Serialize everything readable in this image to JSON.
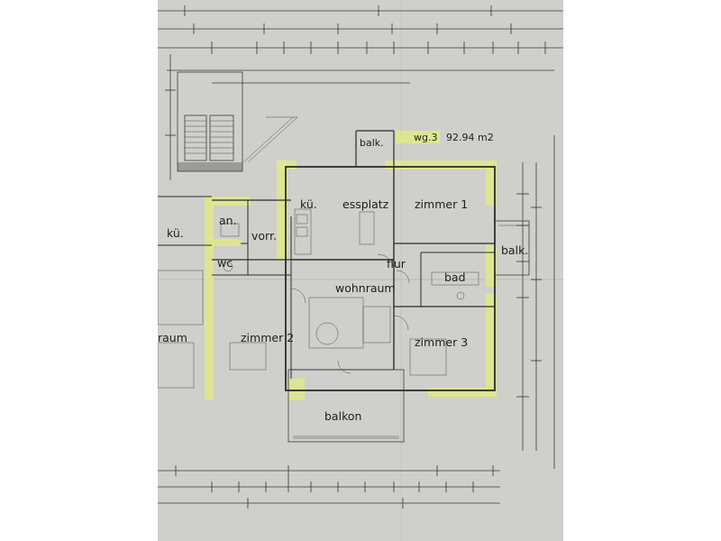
{
  "apartment": {
    "label": "wg.3",
    "area": "92.94 m2"
  },
  "rooms": {
    "balk_top": "balk.",
    "kue_right": "kü.",
    "essplatz": "essplatz",
    "zimmer1": "zimmer 1",
    "balk_right": "balk.",
    "flur": "flur",
    "bad": "bad",
    "wohnraum": "wohnraum",
    "zimmer3": "zimmer 3",
    "zimmer2": "zimmer 2",
    "wc": "wc",
    "an": "an.",
    "vorr": "vorr.",
    "kue_left": "kü.",
    "raum": "raum",
    "balkon": "balkon"
  },
  "colors": {
    "paper": "#cfd0cb",
    "highlight": "#dfe98a",
    "ink": "#2b2b2b"
  }
}
